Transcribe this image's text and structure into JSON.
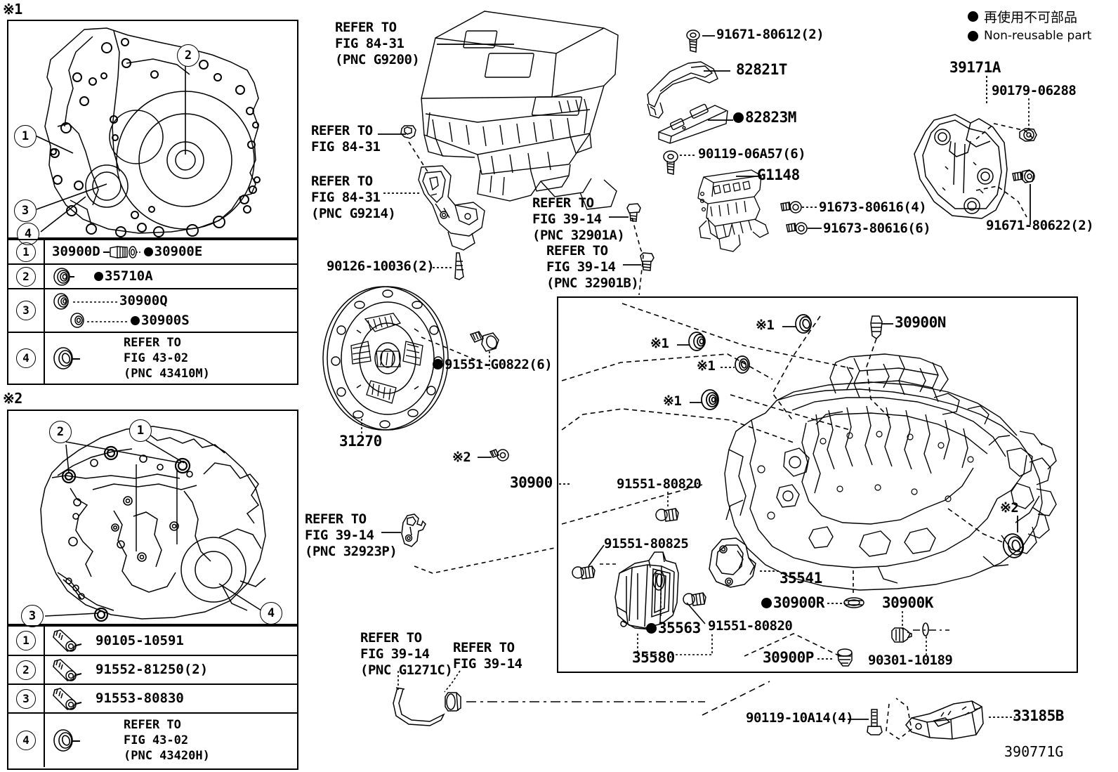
{
  "meta": {
    "drawing_number": "390771G",
    "note_marker_1": "※1",
    "note_marker_2": "※2"
  },
  "legend": {
    "japanese": "再使用不可部品",
    "english": "Non-reusable part"
  },
  "panel1": {
    "marker": "※1",
    "callouts": [
      "1",
      "2",
      "3",
      "4"
    ],
    "rows": [
      {
        "num": "1",
        "lines": [
          "30900D",
          "30900E"
        ],
        "nonreusable": [
          false,
          true
        ]
      },
      {
        "num": "2",
        "lines": [
          "35710A"
        ],
        "nonreusable": [
          true
        ]
      },
      {
        "num": "3",
        "lines": [
          "30900Q",
          "30900S"
        ],
        "nonreusable": [
          false,
          true
        ]
      },
      {
        "num": "4",
        "lines": [
          "REFER TO",
          "FIG 43-02",
          "(PNC 43410M)"
        ],
        "nonreusable": [
          false
        ]
      }
    ]
  },
  "panel2": {
    "marker": "※2",
    "callouts": [
      "1",
      "2",
      "3",
      "4"
    ],
    "rows": [
      {
        "num": "1",
        "lines": [
          "90105-10591"
        ],
        "nonreusable": [
          false
        ]
      },
      {
        "num": "2",
        "lines": [
          "91552-81250(2)"
        ],
        "nonreusable": [
          false
        ]
      },
      {
        "num": "3",
        "lines": [
          "91553-80830"
        ],
        "nonreusable": [
          false
        ]
      },
      {
        "num": "4",
        "lines": [
          "REFER TO",
          "FIG 43-02",
          "(PNC 43420H)"
        ],
        "nonreusable": [
          false
        ]
      }
    ]
  },
  "labels": {
    "refer_84_31_g9200": "REFER TO\nFIG 84-31\n(PNC G9200)",
    "refer_84_31": "REFER TO\nFIG 84-31",
    "refer_84_31_g9214": "REFER TO\nFIG 84-31\n(PNC G9214)",
    "refer_39_14_32901a": "REFER TO\nFIG 39-14\n(PNC 32901A)",
    "refer_39_14_32901b": "REFER TO\nFIG 39-14\n(PNC 32901B)",
    "refer_39_14_32923p": "REFER TO\nFIG 39-14\n(PNC 32923P)",
    "refer_39_14_g1271c": "REFER TO\nFIG 39-14\n(PNC G1271C)",
    "refer_39_14": "REFER TO\nFIG 39-14",
    "p_91671_80612": "91671-80612(2)",
    "p_82821T": "82821T",
    "p_82823M": "82823M",
    "p_90119_06A57": "90119-06A57(6)",
    "p_G1148": "G1148",
    "p_91673_80616_4": "91673-80616(4)",
    "p_91673_80616_6": "91673-80616(6)",
    "p_39171A": "39171A",
    "p_90179_06288": "90179-06288",
    "p_91671_80622": "91671-80622(2)",
    "p_90126_10036": "90126-10036(2)",
    "p_91551_G0822": "91551-G0822(6)",
    "p_31270": "31270",
    "p_30900": "30900",
    "p_30900N": "30900N",
    "p_91551_80820_top": "91551-80820",
    "p_91551_80825": "91551-80825",
    "p_91551_80820_bot": "91551-80820",
    "p_35563": "35563",
    "p_35580": "35580",
    "p_35541": "35541",
    "p_30900R": "30900R",
    "p_30900K": "30900K",
    "p_30900P": "30900P",
    "p_90301_10189": "90301-10189",
    "p_90119_10A14": "90119-10A14(4)",
    "p_33185B": "33185B",
    "mark1_a": "※1",
    "mark1_b": "※1",
    "mark1_c": "※1",
    "mark1_d": "※1",
    "mark2_a": "※2",
    "mark2_b": "※2"
  },
  "colors": {
    "ink": "#000000",
    "paper": "#ffffff"
  }
}
